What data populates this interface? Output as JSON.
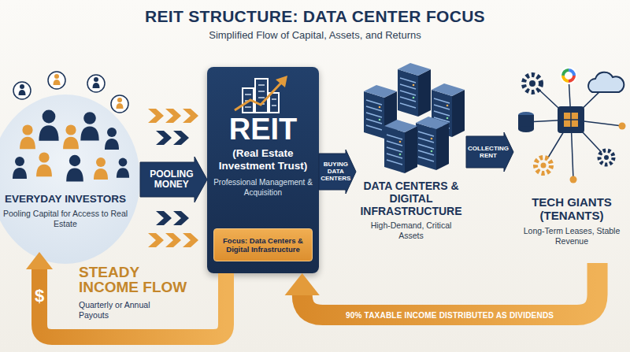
{
  "diagram": {
    "title": "REIT STRUCTURE: DATA CENTER FOCUS",
    "caption": "Simplified Flow of Capital, Assets, and Returns",
    "nodes": [
      {
        "text": [
          "EVERYDAY INVESTORS",
          "Pooling Capital for Access to Real Estate"
        ]
      },
      {
        "text": [
          "REIT",
          "(Real Estate Investment Trust)",
          "Professional Management & Acquisition"
        ]
      },
      {
        "text": [
          "Focus: Data Centers & Digital Infrastructure"
        ],
        "in": 1
      },
      {
        "text": [
          "DATA CENTERS & DIGITAL INFRASTRUCTURE",
          "High-Demand, Critical Assets"
        ]
      },
      {
        "text": [
          "TECH GIANTS (TENANTS)",
          "Long-Term Leases, Stable Revenue"
        ]
      }
    ],
    "edges": [
      {
        "from": 0,
        "to": 1,
        "label": "POOLING MONEY",
        "arrow": "to"
      },
      {
        "from": 1,
        "to": 3,
        "label": "BUYING DATA CENTERS",
        "arrow": "to"
      },
      {
        "from": 3,
        "to": 4,
        "label": "COLLECTING RENT",
        "arrow": "to"
      },
      {
        "from": 4,
        "to": 1,
        "label": "90% TAXABLE INCOME DISTRIBUTED AS DIVIDENDS",
        "arrow": "to"
      },
      {
        "from": 1,
        "to": 0,
        "label": "$",
        "arrow": "to"
      }
    ],
    "labels": [
      "STEADY INCOME FLOW",
      "Quarterly or Annual Payouts"
    ]
  }
}
